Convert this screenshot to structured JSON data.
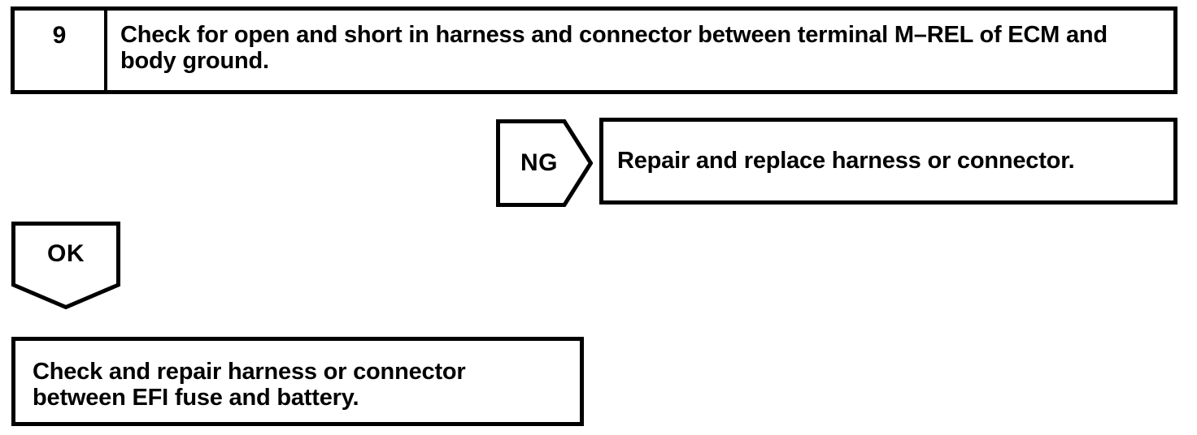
{
  "colors": {
    "ink": "#000000",
    "paper": "#ffffff"
  },
  "step": {
    "number": "9",
    "description": "Check for open and short in harness and connector between terminal M–REL of ECM and body ground."
  },
  "ng_branch": {
    "connector_label": "NG",
    "action": "Repair and replace harness or connector."
  },
  "ok_branch": {
    "connector_label": "OK",
    "action": "Check and repair harness or connector between EFI fuse and battery."
  }
}
